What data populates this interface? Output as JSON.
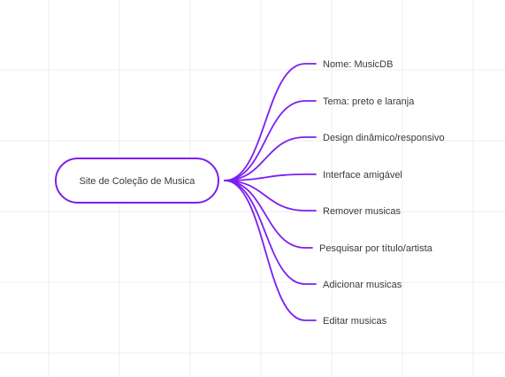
{
  "mindmap": {
    "root": {
      "label": "Site de Coleção de Musica"
    },
    "branches": [
      {
        "label": "Nome: MusicDB"
      },
      {
        "label": "Tema: preto e laranja"
      },
      {
        "label": "Design dinâmico/responsivo"
      },
      {
        "label": "Interface amigável"
      },
      {
        "label": "Remover musicas"
      },
      {
        "label": "Pesquisar por título/artista"
      },
      {
        "label": "Adicionar musicas"
      },
      {
        "label": "Editar musicas"
      }
    ]
  },
  "colors": {
    "accent": "#7c1ff0",
    "grid": "#ececec",
    "text": "#3a3a3a",
    "background": "#ffffff"
  }
}
